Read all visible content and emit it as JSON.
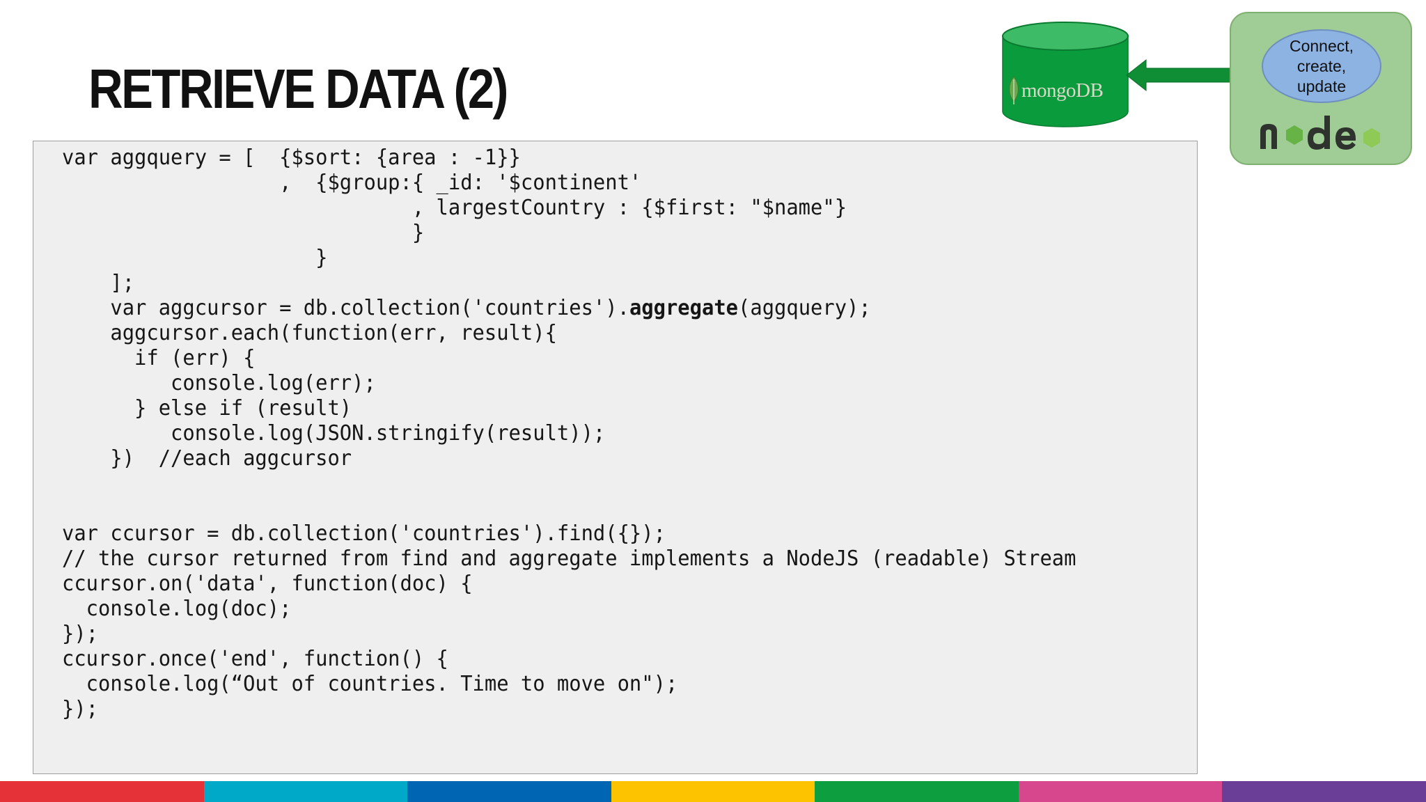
{
  "slide": {
    "title": "RETRIEVE DATA (2)"
  },
  "code": {
    "lines": [
      "var aggquery = [  {$sort: {area : -1}}",
      "                  ,  {$group:{ _id: '$continent'",
      "                             , largestCountry : {$first: \"$name\"}",
      "                             }",
      "                     }",
      "    ];",
      "    var aggcursor = db.collection('countries').||aggregate||(aggquery);",
      "    aggcursor.each(function(err, result){",
      "      if (err) {",
      "         console.log(err);",
      "      } else if (result)",
      "         console.log(JSON.stringify(result));",
      "    })  //each aggcursor",
      "",
      "",
      "var ccursor = db.collection('countries').find({});",
      "// the cursor returned from find and aggregate implements a NodeJS (readable) Stream",
      "ccursor.on('data', function(doc) {",
      "  console.log(doc);",
      "});",
      "ccursor.once('end', function() {",
      "  console.log(“Out of countries. Time to move on\");",
      "});"
    ]
  },
  "diagram": {
    "mongodb_label": "mongoDB",
    "bubble_lines": [
      "Connect,",
      "create,",
      "update"
    ],
    "node_logo": "node",
    "colors": {
      "mongo_green": "#0a9b3c",
      "arrow_green": "#0f8e36",
      "node_box": "#9fcd95",
      "bubble": "#8db3e2"
    }
  },
  "footer": {
    "stripe_colors": [
      "#e53238",
      "#00a9c8",
      "#0066b3",
      "#fdc300",
      "#0c9e3f",
      "#d6478e",
      "#6a3d96"
    ]
  }
}
